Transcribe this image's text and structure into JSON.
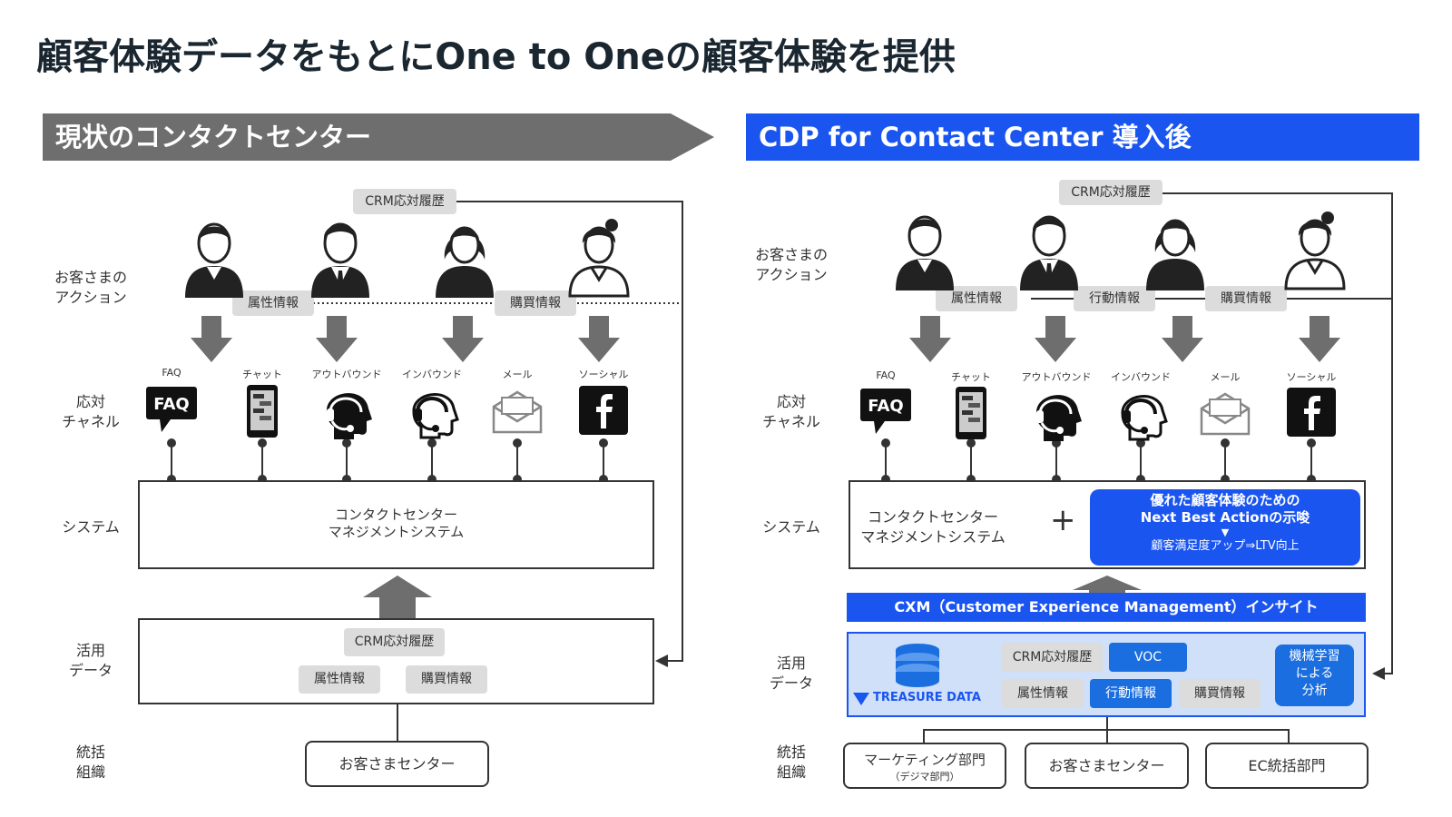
{
  "title": "顧客体験データをもとにOne to Oneの顧客体験を提供",
  "left": {
    "banner": "現状のコンタクトセンター",
    "crm_top": "CRM応対履歴",
    "attr": "属性情報",
    "purchase": "購買情報",
    "row_action": [
      "お客さまの",
      "アクション"
    ],
    "row_channel": [
      "応対",
      "チャネル"
    ],
    "row_system": "システム",
    "row_data": [
      "活用",
      "データ"
    ],
    "row_org": [
      "統括",
      "組織"
    ],
    "channels": [
      "FAQ",
      "チャット",
      "アウトバウンド",
      "インバウンド",
      "メール",
      "ソーシャル"
    ],
    "system_text": [
      "コンタクトセンター",
      "マネジメントシステム"
    ],
    "data_crm": "CRM応対履歴",
    "data_attr": "属性情報",
    "data_purchase": "購買情報",
    "org": "お客さまセンター"
  },
  "right": {
    "banner": "CDP for Contact Center 導入後",
    "crm_top": "CRM応対履歴",
    "attr": "属性情報",
    "action_info": "行動情報",
    "purchase": "購買情報",
    "row_action": [
      "お客さまの",
      "アクション"
    ],
    "row_channel": [
      "応対",
      "チャネル"
    ],
    "row_system": "システム",
    "row_data": [
      "活用",
      "データ"
    ],
    "row_org": [
      "統括",
      "組織"
    ],
    "channels": [
      "FAQ",
      "チャット",
      "アウトバウンド",
      "インバウンド",
      "メール",
      "ソーシャル"
    ],
    "system_text": [
      "コンタクトセンター",
      "マネジメントシステム"
    ],
    "plus": "+",
    "nba_line1": "優れた顧客体験のための",
    "nba_line2": "Next Best Actionの示唆",
    "nba_arrow": "▼",
    "nba_line3": "顧客満足度アップ⇒LTV向上",
    "cxm": "CXM（Customer Experience Management）インサイト",
    "treasure": "TREASURE DATA",
    "data_crm": "CRM応対履歴",
    "data_voc": "VOC",
    "data_attr": "属性情報",
    "data_action": "行動情報",
    "data_purchase": "購買情報",
    "ml": [
      "機械学習",
      "による",
      "分析"
    ],
    "org_marketing": "マーケティング部門",
    "org_marketing_sub": "（デジマ部門）",
    "org_customer": "お客さまセンター",
    "org_ec": "EC統括部門"
  },
  "colors": {
    "blue": "#1a55f0",
    "gray_banner": "#6e6e6e",
    "chip_gray": "#dcdcdc",
    "light_blue": "#cfe0f8"
  }
}
